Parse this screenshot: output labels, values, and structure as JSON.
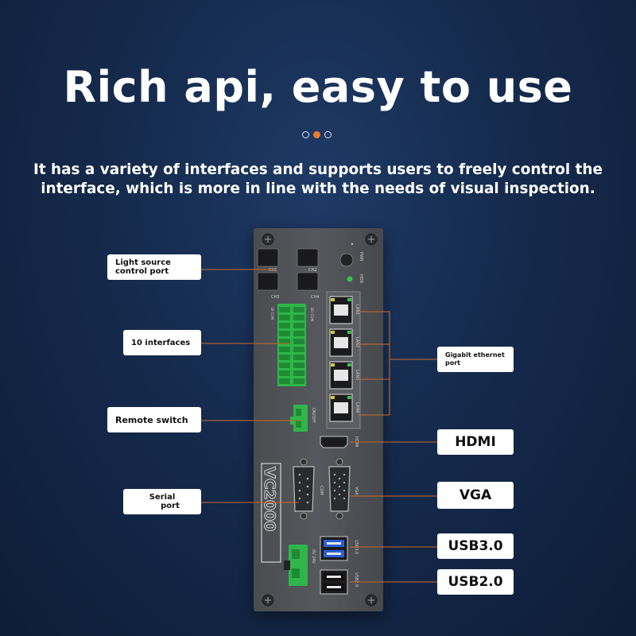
{
  "heading": {
    "title": "Rich api, easy to use",
    "subtitle_line1": "It has a variety of interfaces and supports users to freely control the",
    "subtitle_line2": "interface, which is more in line with the needs of visual inspection."
  },
  "carousel": {
    "active_index": 1,
    "count": 3,
    "active_color": "#f07a28"
  },
  "callouts": {
    "light_source_line1": "Light source",
    "light_source_line2": "control port",
    "ten_interfaces": "10 interfaces",
    "remote_switch": "Remote switch",
    "serial_line1": "Serial",
    "serial_line2": "port",
    "gigabit_line1": "Gigabit ethernet",
    "gigabit_line2": "port",
    "hdmi": "HDMI",
    "vga": "VGA",
    "usb3": "USB3.0",
    "usb2": "USB2.0"
  },
  "device": {
    "model": "VC2000",
    "labels": {
      "pwr": "PWR",
      "hdd": "HDD",
      "ch1": "CH1",
      "ch2": "CH2",
      "ch3": "CH3",
      "ch4": "CH4",
      "lan1": "LAN1",
      "lan2": "LAN2",
      "lan3": "LAN3",
      "lan4": "LAN4",
      "hdmi": "HDMI",
      "vga": "VGA",
      "com": "COM",
      "usb30": "USB3.0",
      "usb20": "USB2.0",
      "onoff": "ON/OFF",
      "dc": "DC 24V"
    }
  },
  "colors": {
    "accent": "#f07a28",
    "connector_green": "#2fb54a",
    "leader_line": "#c96a2a"
  }
}
